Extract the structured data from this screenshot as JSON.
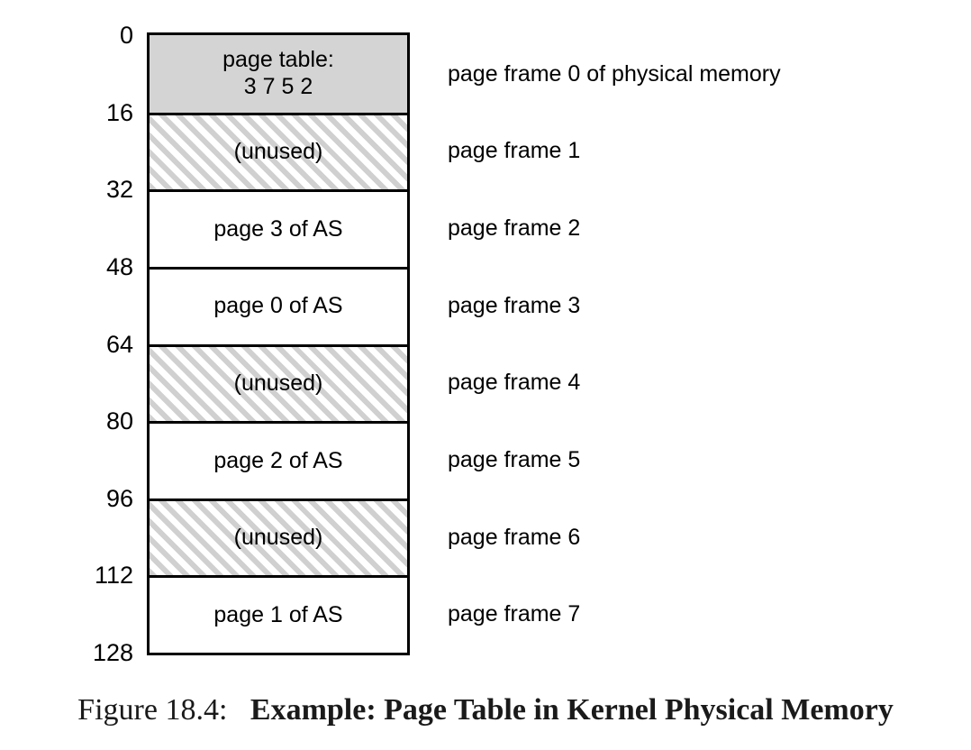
{
  "figure": {
    "caption_number": "Figure 18.4:",
    "caption_title": "Example: Page Table in Kernel Physical Memory"
  },
  "memory": {
    "address_ticks": [
      "0",
      "16",
      "32",
      "48",
      "64",
      "80",
      "96",
      "112",
      "128"
    ],
    "frames": [
      {
        "index": 0,
        "start": "0",
        "end": "16",
        "fill": "solid-gray",
        "line1": "page table:",
        "line2": "3 7 5 2",
        "legend": "page frame 0 of physical memory"
      },
      {
        "index": 1,
        "start": "16",
        "end": "32",
        "fill": "hatched",
        "line1": "(unused)",
        "line2": "",
        "legend": "page frame 1"
      },
      {
        "index": 2,
        "start": "32",
        "end": "48",
        "fill": "white",
        "line1": "page 3 of AS",
        "line2": "",
        "legend": "page frame 2"
      },
      {
        "index": 3,
        "start": "48",
        "end": "64",
        "fill": "white",
        "line1": "page 0 of AS",
        "line2": "",
        "legend": "page frame 3"
      },
      {
        "index": 4,
        "start": "64",
        "end": "80",
        "fill": "hatched",
        "line1": "(unused)",
        "line2": "",
        "legend": "page frame 4"
      },
      {
        "index": 5,
        "start": "80",
        "end": "96",
        "fill": "white",
        "line1": "page 2 of AS",
        "line2": "",
        "legend": "page frame 5"
      },
      {
        "index": 6,
        "start": "96",
        "end": "112",
        "fill": "hatched",
        "line1": "(unused)",
        "line2": "",
        "legend": "page frame 6"
      },
      {
        "index": 7,
        "start": "112",
        "end": "128",
        "fill": "white",
        "line1": "page 1 of AS",
        "line2": "",
        "legend": "page frame 7"
      }
    ]
  },
  "colors": {
    "page_table_fill": "#d4d4d4",
    "hatch_stripe": "#d0d0d0",
    "outline": "#000000",
    "text": "#000000",
    "caption_text": "#1a1a1a"
  }
}
